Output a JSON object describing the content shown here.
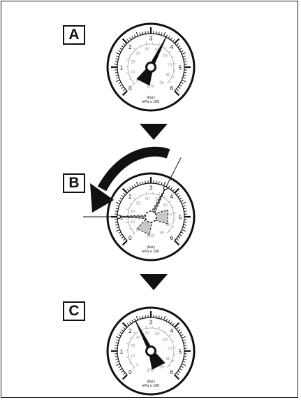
{
  "panels": [
    {
      "label": "A",
      "needle_bar": 3.6
    },
    {
      "label": "B",
      "needle_bar": 3.6,
      "rotated_outline_bar": 1.0
    },
    {
      "label": "C",
      "needle_bar": 2.4
    }
  ],
  "gauge": {
    "bar_ticks": [
      "0",
      "1",
      "2",
      "3",
      "4",
      "5",
      "6"
    ],
    "psi_ticks": [
      "0",
      "10",
      "20",
      "30",
      "40",
      "50",
      "60",
      "70",
      "80",
      "90"
    ],
    "inner_unit": "psi",
    "unit_line1": "(bar)",
    "unit_line2": "kPa x 100"
  },
  "colors": {
    "line": "#111111",
    "inner_scale": "#9a9a9a",
    "ghost_fill": "#c8c8c8"
  }
}
